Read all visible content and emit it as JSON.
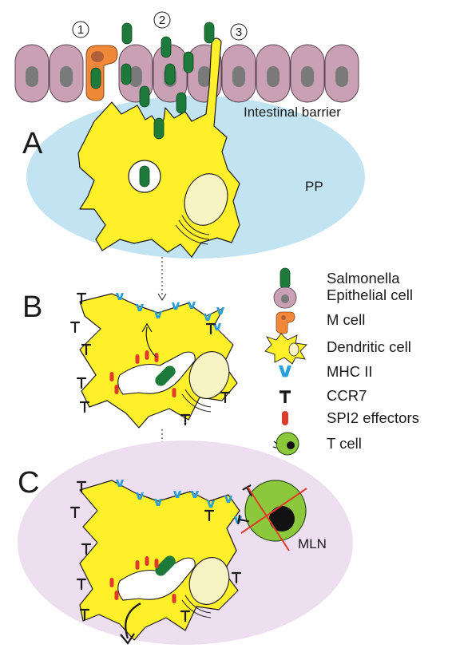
{
  "panels": {
    "a": "A",
    "b": "B",
    "c": "C"
  },
  "markers": [
    "1",
    "2",
    "3"
  ],
  "regions": {
    "barrier": "Intestinal barrier",
    "pp": "PP",
    "mln": "MLN"
  },
  "legend": [
    {
      "label": "Salmonella",
      "icon": "salmonella-icon"
    },
    {
      "label": "Epithelial cell",
      "icon": "epithelial-cell-icon"
    },
    {
      "label": "M cell",
      "icon": "m-cell-icon"
    },
    {
      "label": "Dendritic cell",
      "icon": "dendritic-cell-icon"
    },
    {
      "label": "MHC II",
      "icon": "mhc-ii-icon"
    },
    {
      "label": "CCR7",
      "icon": "ccr7-icon"
    },
    {
      "label": "SPI2 effectors",
      "icon": "spi2-effector-icon"
    },
    {
      "label": "T cell",
      "icon": "t-cell-icon"
    }
  ],
  "colors": {
    "salmonella": "#1e7a3a",
    "epithelial": "#c9a0b4",
    "epithelial_nucleus": "#7a7a7a",
    "m_cell": "#f0883a",
    "dendritic": "#fff02a",
    "outline": "#1a1a1a",
    "pp": "#c2e4f2",
    "mln": "#eddff0",
    "mhc": "#2a9fd8",
    "spi2": "#e03a2a",
    "t_cell": "#8cc83c",
    "nucleus_light": "#f7f3c2"
  }
}
